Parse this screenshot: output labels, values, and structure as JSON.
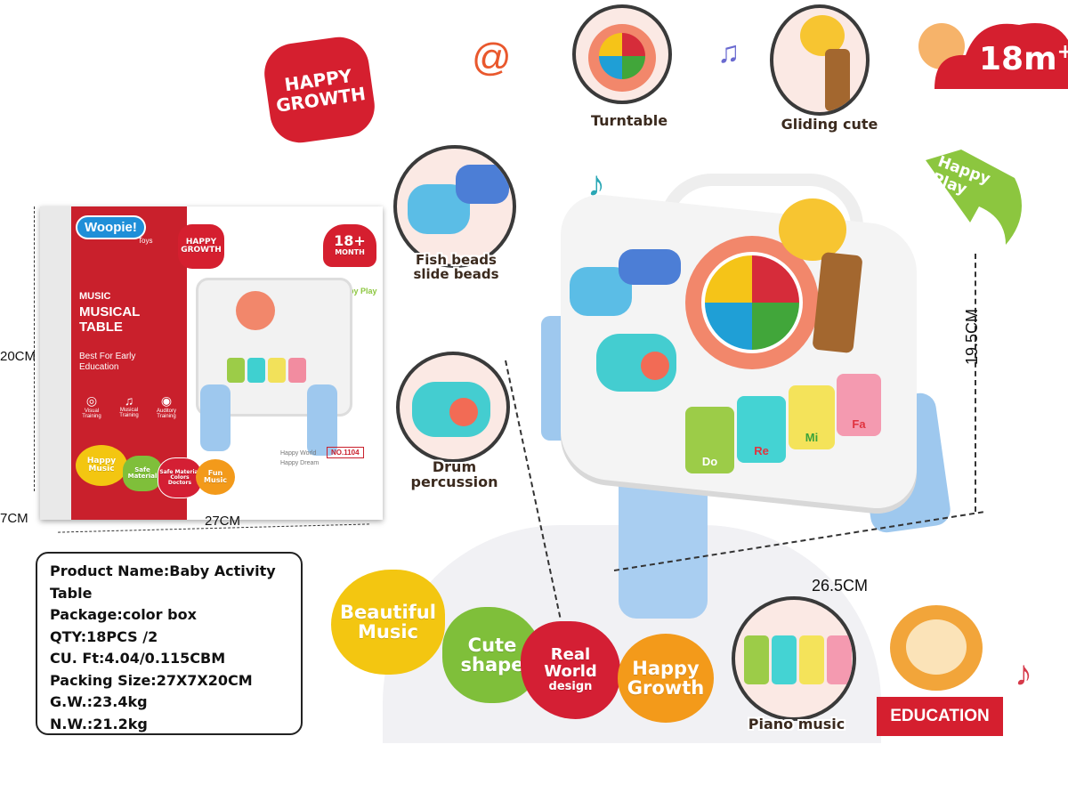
{
  "badge_age": "18m",
  "badge_age_sup": "+",
  "happy_growth_badge": [
    "HAPPY",
    "GROWTH"
  ],
  "happy_play_arrow": "Happy Play",
  "callouts": {
    "turntable": "Turntable",
    "gliding": "Gliding cute",
    "fish": [
      "Fish beads",
      "slide beads"
    ],
    "drum": "Drum percussion",
    "piano": "Piano music"
  },
  "dimensions": {
    "box_height": "20CM",
    "box_depth": "7CM",
    "box_width": "27CM",
    "product_height": "19.5CM",
    "product_width": "26.5CM"
  },
  "box": {
    "brand": "Woopie!",
    "brand_sub": "Toys",
    "badge": [
      "HAPPY",
      "GROWTH"
    ],
    "age": "18+",
    "age_unit": "MONTH",
    "series": "MUSIC",
    "title": [
      "MUSICAL",
      "TABLE"
    ],
    "tagline": [
      "Best For Early",
      "Education"
    ],
    "icons": [
      "Visual Training",
      "Musical Training",
      "Auditory Training"
    ],
    "happy_play": "Happy Play",
    "features": [
      "Happy Music",
      "Safe Material",
      "Safe Material Colors Doctors",
      "Fun Music"
    ],
    "world": [
      "Happy World",
      "Happy Dream"
    ],
    "model": "NO.1104"
  },
  "specs": [
    "Product Name:Baby  Activity",
    "Table",
    "Package:color box",
    "QTY:18PCS /2",
    "CU. Ft:4.04/0.115CBM",
    "Packing Size:27X7X20CM",
    "G.W.:23.4kg",
    "N.W.:21.2kg"
  ],
  "feature_blobs": {
    "beautiful": [
      "Beautiful",
      "Music"
    ],
    "cute": [
      "Cute",
      "shape"
    ],
    "real": [
      "Real",
      "World",
      "design"
    ],
    "growth": [
      "Happy",
      "Growth"
    ]
  },
  "education_label": "EDUCATION",
  "piano_keys": [
    "Do",
    "Re",
    "Mi",
    "Fa"
  ],
  "colors": {
    "brand_red": "#d51f2f",
    "leaf_green": "#8cc63f",
    "blob_yellow": "#f3c611",
    "blob_green": "#7fbf3a",
    "blob_red": "#d41f34",
    "blob_orange": "#f39a1a",
    "leg_blue": "#9ec8ee"
  }
}
